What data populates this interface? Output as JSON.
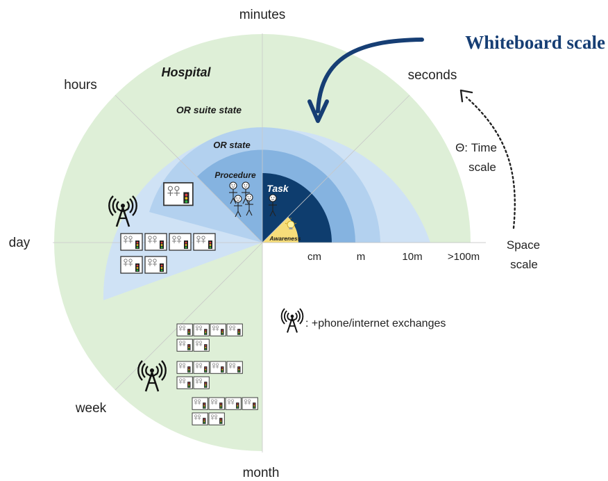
{
  "colors": {
    "hospital": "#deefd7",
    "suite": "#cfe2f5",
    "or_state": "#b3d1ef",
    "procedure": "#85b3e0",
    "task": "#0e3d6e",
    "awareness": "#f6dd7a",
    "arrow": "#163e74"
  },
  "time_axis": {
    "minutes": "minutes",
    "seconds": "seconds",
    "hours": "hours",
    "day": "day",
    "week": "week",
    "month": "month"
  },
  "space_axis": {
    "ticks": [
      "cm",
      "m",
      "10m",
      ">100m"
    ]
  },
  "zones": {
    "hospital": "Hospital",
    "suite": "OR suite state",
    "or_state": "OR state",
    "procedure": "Procedure",
    "task": "Task",
    "awareness": "Awareness"
  },
  "title": "Whiteboard scale",
  "time_scale": {
    "line1": "Θ: Time",
    "line2": "scale"
  },
  "space_scale": {
    "line1": "Space",
    "line2": "scale"
  },
  "legend": {
    "antenna_icon": "antenna-icon",
    "text": ": +phone/internet exchanges"
  }
}
